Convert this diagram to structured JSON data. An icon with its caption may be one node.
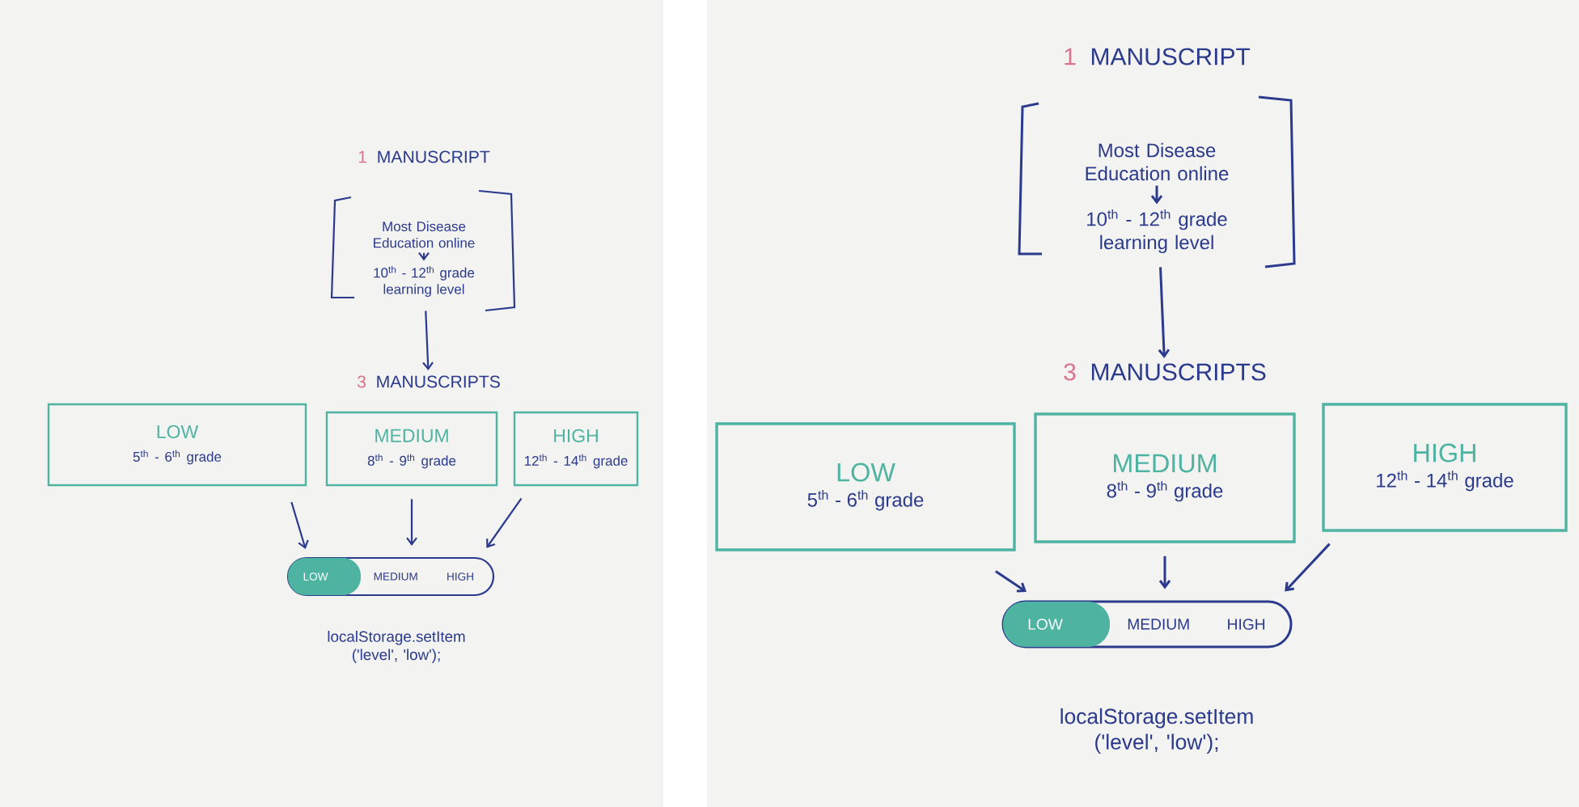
{
  "diagram": {
    "nodes": [
      {
        "text": [
          "1",
          "MANUSCRIPT"
        ]
      },
      {
        "text": [
          "Most Disease Education online"
        ],
        "in": 0
      },
      {
        "text": [
          "10$^{th}$ - 12$^{th}$ grade learning level"
        ],
        "in": 0
      },
      {
        "text": [
          "3",
          "MANUSCRIPTS"
        ]
      },
      {
        "text": [
          "LOW",
          "5$^{th}$ - 6$^{th}$ grade"
        ]
      },
      {
        "text": [
          "MEDIUM",
          "8$^{th}$ - 9$^{th}$ grade"
        ]
      },
      {
        "text": [
          "HIGH",
          "12$^{th}$ - 14$^{th}$ grade"
        ]
      },
      {
        "text": [
          "LOW",
          "MEDIUM",
          "HIGH"
        ]
      },
      {
        "text": [
          "1",
          "MANUSCRIPT"
        ]
      },
      {
        "text": [
          "Most Disease Education online"
        ],
        "in": 8
      },
      {
        "text": [
          "10$^{th}$ - 12$^{th}$ grade learning level"
        ],
        "in": 8
      },
      {
        "text": [
          "3",
          "MANUSCRIPTS"
        ]
      },
      {
        "text": [
          "LOW",
          "5$^{th}$ - 6$^{th}$ grade"
        ]
      },
      {
        "text": [
          "MEDIUM",
          "8$^{th}$ - 9$^{th}$ grade"
        ]
      },
      {
        "text": [
          "HIGH",
          "12$^{th}$ - 14$^{th}$ grade"
        ]
      },
      {
        "text": [
          "LOW",
          "MEDIUM",
          "HIGH"
        ]
      }
    ],
    "edges": [
      {
        "from": 1,
        "to": 2,
        "arrow": "to"
      },
      {
        "from": 0,
        "to": 3,
        "arrow": "to"
      },
      {
        "from": 4,
        "to": 7,
        "arrow": "to"
      },
      {
        "from": 5,
        "to": 7,
        "arrow": "to"
      },
      {
        "from": 6,
        "to": 7,
        "arrow": "to"
      },
      {
        "from": 9,
        "to": 10,
        "arrow": "to"
      },
      {
        "from": 8,
        "to": 11,
        "arrow": "to"
      },
      {
        "from": 12,
        "to": 15,
        "arrow": "to"
      },
      {
        "from": 13,
        "to": 15,
        "arrow": "to"
      },
      {
        "from": 14,
        "to": 15,
        "arrow": "to"
      }
    ],
    "labels": [
      "localStorage.setItem ('level', 'low');",
      "localStorage.setItem ('level', 'low');"
    ]
  }
}
